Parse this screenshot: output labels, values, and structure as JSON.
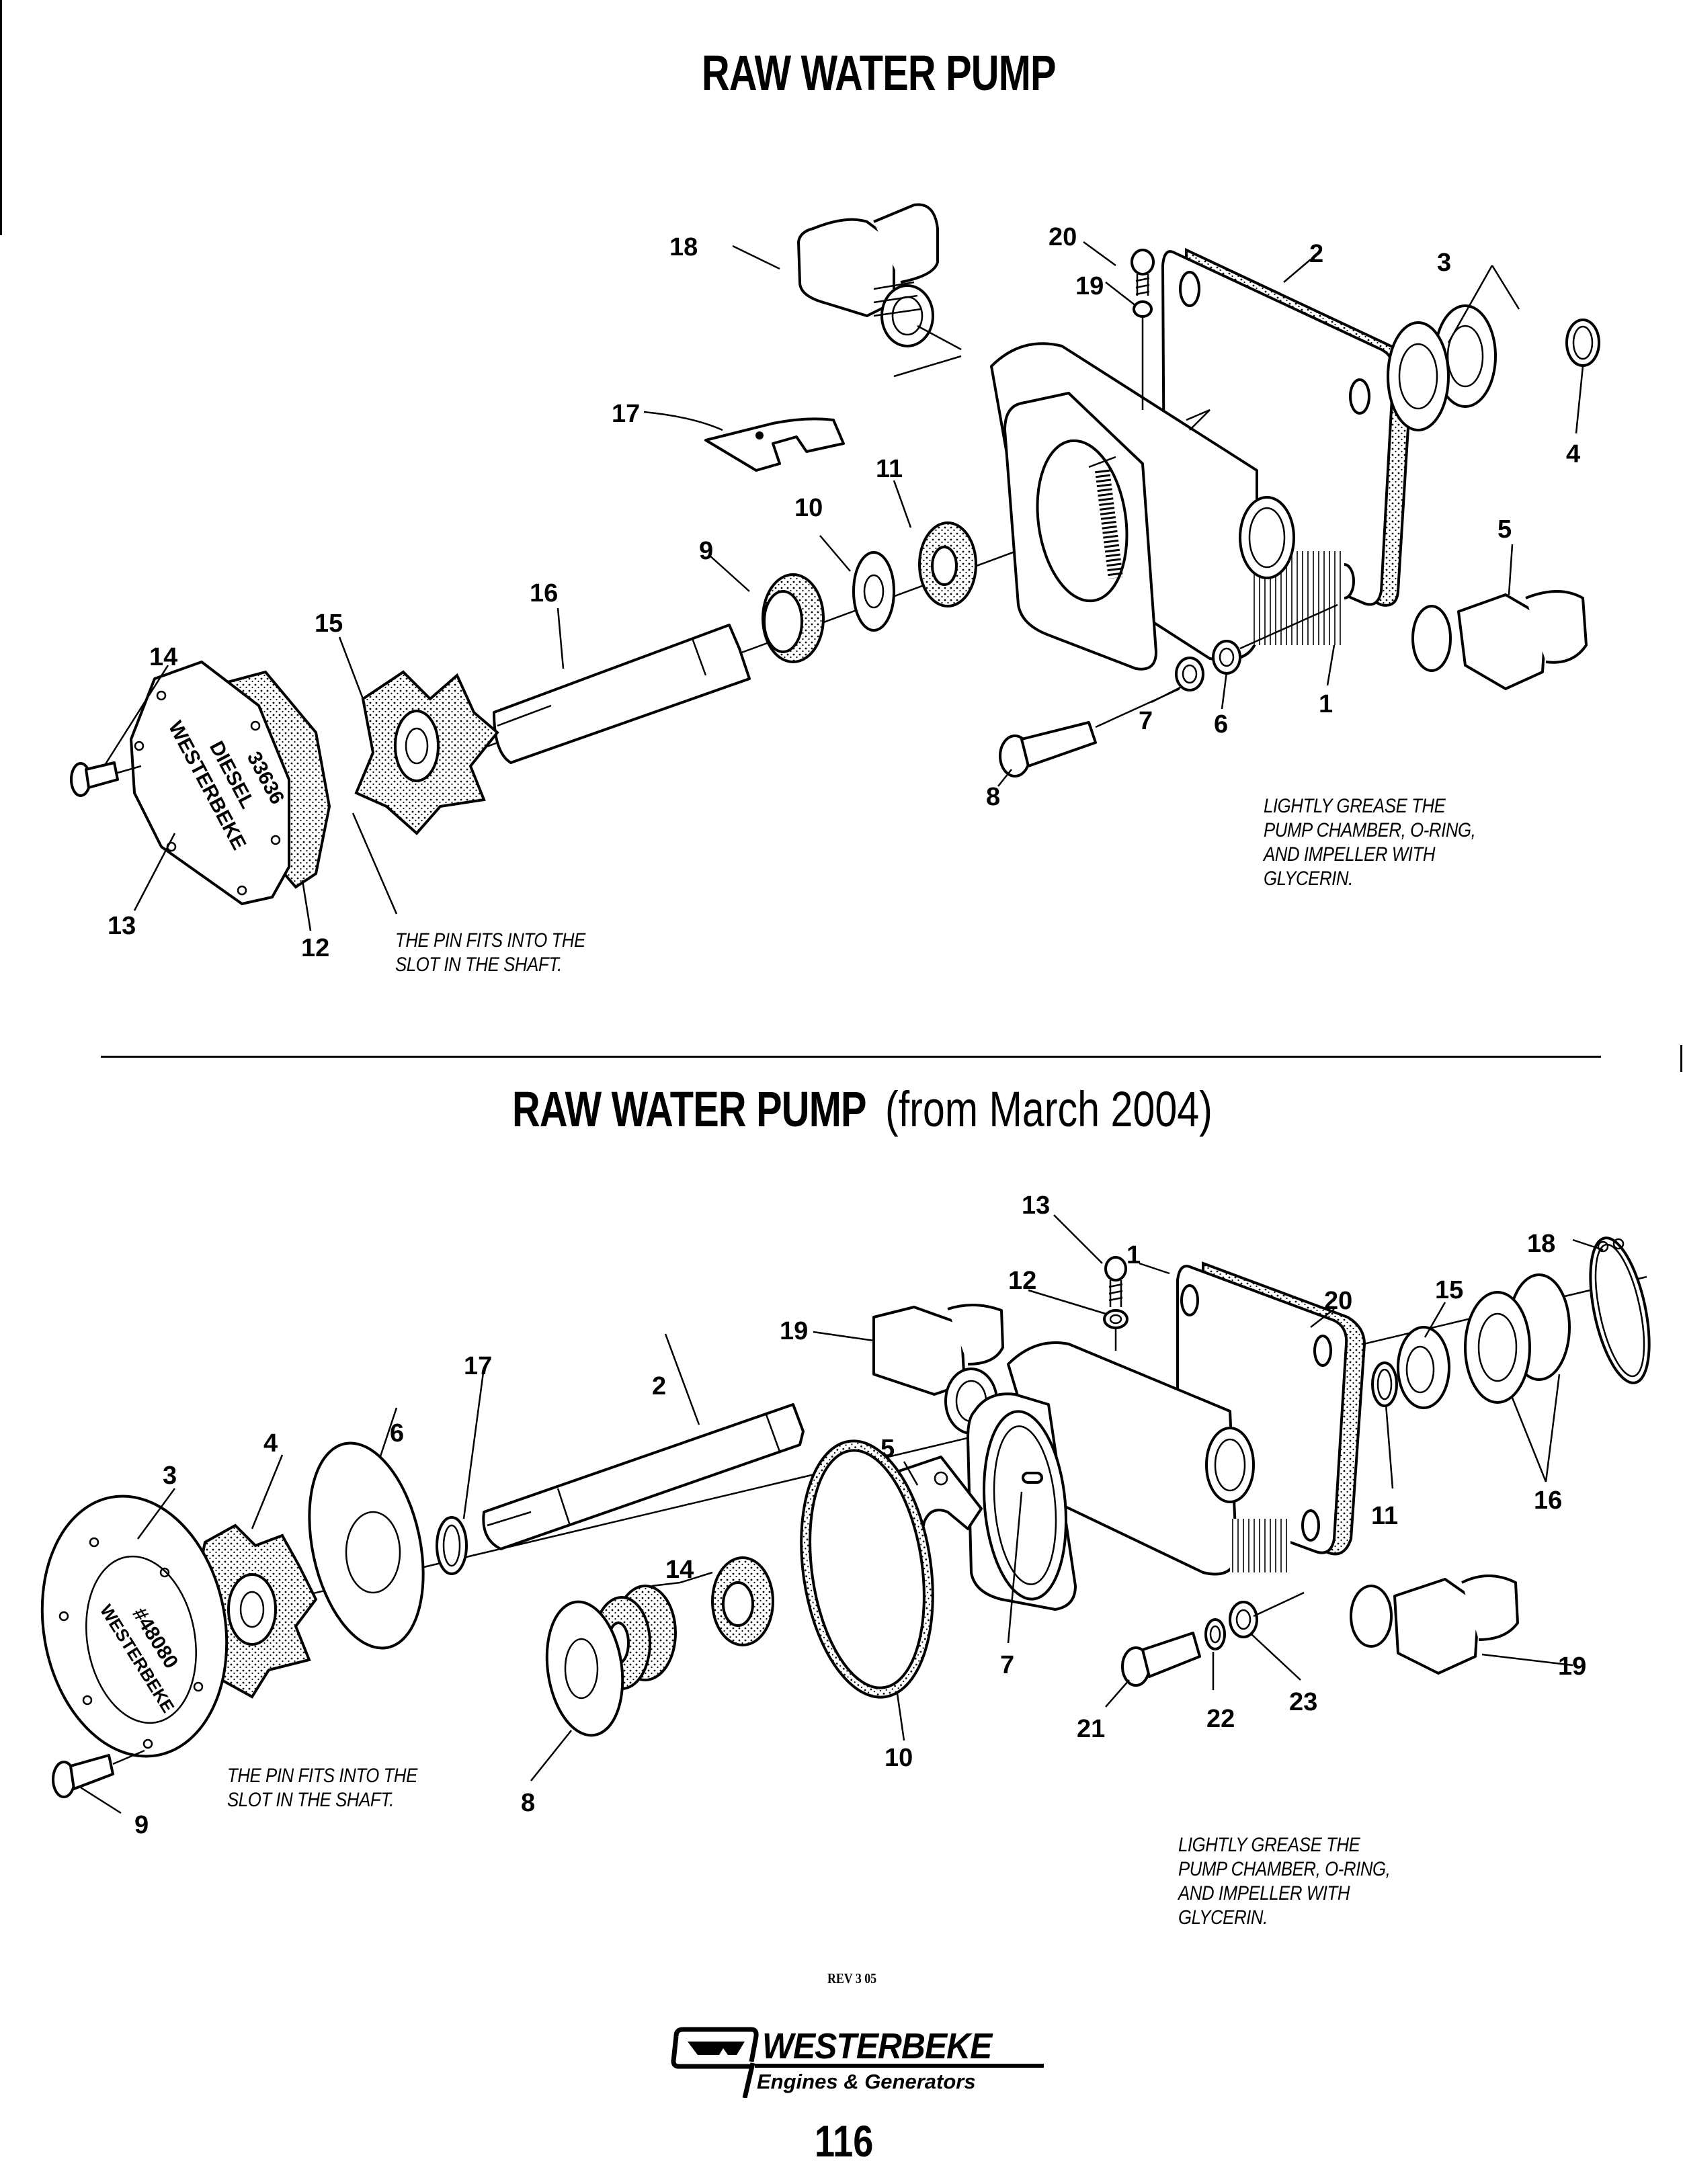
{
  "page": {
    "background": "#ffffff",
    "ink": "#000000"
  },
  "upper": {
    "title": "RAW WATER PUMP",
    "stamp_lines": [
      "WESTERBEKE",
      "DIESEL",
      "33636"
    ],
    "notes": {
      "pin": "THE PIN FITS INTO THE\nSLOT IN THE SHAFT.",
      "grease": "LIGHTLY GREASE THE\nPUMP CHAMBER, O-RING,\nAND IMPELLER WITH\nGLYCERIN."
    },
    "callouts": [
      "1",
      "2",
      "3",
      "4",
      "5",
      "6",
      "7",
      "8",
      "9",
      "10",
      "11",
      "12",
      "13",
      "14",
      "15",
      "16",
      "17",
      "18",
      "19",
      "20"
    ]
  },
  "lower": {
    "title_bold": "RAW WATER PUMP",
    "title_suffix": "(from March 2004)",
    "stamp_lines": [
      "WESTERBEKE",
      "#48080"
    ],
    "notes": {
      "pin": "THE PIN FITS INTO THE\nSLOT IN THE SHAFT.",
      "grease": "LIGHTLY GREASE THE\nPUMP CHAMBER, O-RING,\nAND IMPELLER WITH\nGLYCERIN."
    },
    "callouts": [
      "1",
      "2",
      "3",
      "4",
      "5",
      "6",
      "7",
      "8",
      "9",
      "10",
      "11",
      "12",
      "13",
      "14",
      "15",
      "16",
      "17",
      "18",
      "19",
      "19",
      "20",
      "21",
      "22",
      "23"
    ]
  },
  "footer": {
    "revision": "REV 3 05",
    "brand": "WESTERBEKE",
    "tagline": "Engines & Generators",
    "page_number": "116"
  }
}
